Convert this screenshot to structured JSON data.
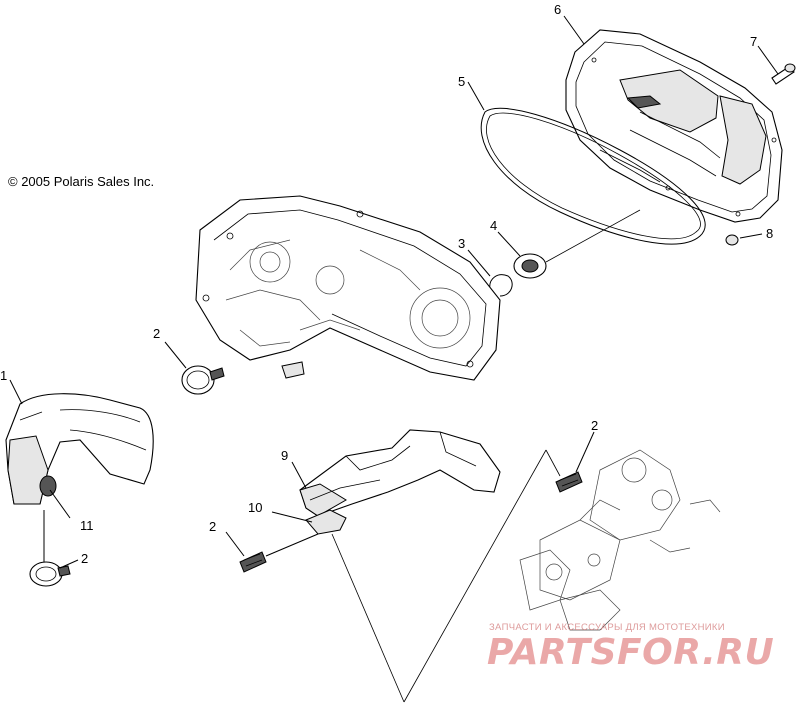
{
  "diagram": {
    "copyright": "© 2005 Polaris Sales Inc.",
    "callouts": [
      {
        "id": "c1",
        "text": "1"
      },
      {
        "id": "c2a",
        "text": "2"
      },
      {
        "id": "c2b",
        "text": "2"
      },
      {
        "id": "c2c",
        "text": "2"
      },
      {
        "id": "c2d",
        "text": "2"
      },
      {
        "id": "c3",
        "text": "3"
      },
      {
        "id": "c4",
        "text": "4"
      },
      {
        "id": "c5",
        "text": "5"
      },
      {
        "id": "c6",
        "text": "6"
      },
      {
        "id": "c7",
        "text": "7"
      },
      {
        "id": "c8",
        "text": "8"
      },
      {
        "id": "c9",
        "text": "9"
      },
      {
        "id": "c10",
        "text": "10"
      },
      {
        "id": "c11",
        "text": "11"
      }
    ]
  },
  "watermark": {
    "tagline": "ЗАПЧАСТИ И АКСЕССУАРЫ ДЛЯ МОТОТЕХНИКИ",
    "brand": "PARTSFOR.RU"
  }
}
